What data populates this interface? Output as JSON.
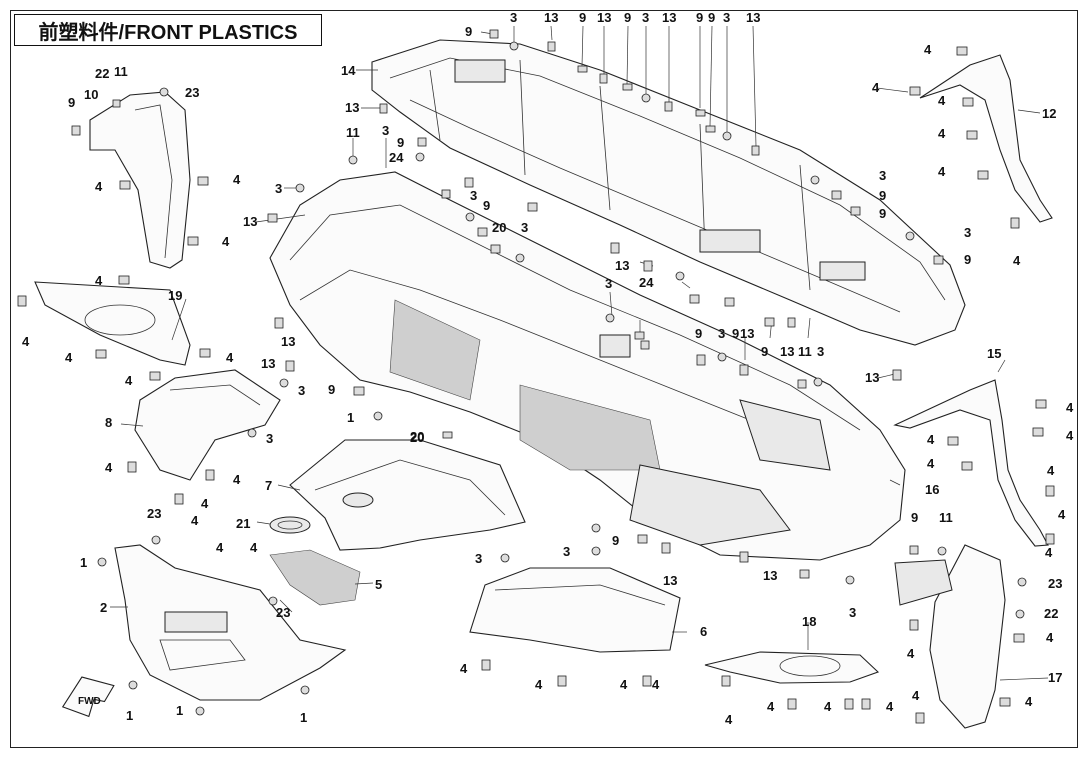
{
  "title": "前塑料件/FRONT PLASTICS",
  "fwd_label": "FWD",
  "callouts": [
    {
      "id": "c1",
      "text": "9"
    },
    {
      "id": "c2",
      "text": "3"
    },
    {
      "id": "c3",
      "text": "13"
    },
    {
      "id": "c4",
      "text": "9"
    },
    {
      "id": "c5",
      "text": "13"
    },
    {
      "id": "c6",
      "text": "9"
    },
    {
      "id": "c7",
      "text": "3"
    },
    {
      "id": "c8",
      "text": "13"
    },
    {
      "id": "c9",
      "text": "9"
    },
    {
      "id": "c10",
      "text": "9"
    },
    {
      "id": "c11",
      "text": "3"
    },
    {
      "id": "c12",
      "text": "13"
    },
    {
      "id": "c13",
      "text": "14"
    },
    {
      "id": "c14",
      "text": "13"
    },
    {
      "id": "c15",
      "text": "11"
    },
    {
      "id": "c16",
      "text": "3"
    },
    {
      "id": "c17",
      "text": "9"
    },
    {
      "id": "c18",
      "text": "24"
    },
    {
      "id": "c19",
      "text": "22"
    },
    {
      "id": "c20",
      "text": "11"
    },
    {
      "id": "c21",
      "text": "23"
    },
    {
      "id": "c22",
      "text": "9"
    },
    {
      "id": "c23",
      "text": "10"
    },
    {
      "id": "c24",
      "text": "4"
    },
    {
      "id": "c25",
      "text": "4"
    },
    {
      "id": "c26",
      "text": "4"
    },
    {
      "id": "c27",
      "text": "4"
    },
    {
      "id": "c28",
      "text": "3"
    },
    {
      "id": "c29",
      "text": "13"
    },
    {
      "id": "c30",
      "text": "3"
    },
    {
      "id": "c31",
      "text": "9"
    },
    {
      "id": "c32",
      "text": "20"
    },
    {
      "id": "c33",
      "text": "3"
    },
    {
      "id": "c34",
      "text": "19"
    },
    {
      "id": "c35",
      "text": "4"
    },
    {
      "id": "c36",
      "text": "4"
    },
    {
      "id": "c37",
      "text": "4"
    },
    {
      "id": "c38",
      "text": "4"
    },
    {
      "id": "c39",
      "text": "13"
    },
    {
      "id": "c40",
      "text": "13"
    },
    {
      "id": "c41",
      "text": "3"
    },
    {
      "id": "c42",
      "text": "9"
    },
    {
      "id": "c43",
      "text": "1"
    },
    {
      "id": "c44",
      "text": "20"
    },
    {
      "id": "c45",
      "text": "8"
    },
    {
      "id": "c46",
      "text": "3"
    },
    {
      "id": "c47",
      "text": "4"
    },
    {
      "id": "c48",
      "text": "4"
    },
    {
      "id": "c49",
      "text": "4"
    },
    {
      "id": "c50",
      "text": "7"
    },
    {
      "id": "c51",
      "text": "21"
    },
    {
      "id": "c52",
      "text": "23"
    },
    {
      "id": "c53",
      "text": "4"
    },
    {
      "id": "c54",
      "text": "4"
    },
    {
      "id": "c55",
      "text": "4"
    },
    {
      "id": "c56",
      "text": "1"
    },
    {
      "id": "c57",
      "text": "5"
    },
    {
      "id": "c58",
      "text": "2"
    },
    {
      "id": "c59",
      "text": "23"
    },
    {
      "id": "c60",
      "text": "1"
    },
    {
      "id": "c61",
      "text": "1"
    },
    {
      "id": "c62",
      "text": "1"
    },
    {
      "id": "c63",
      "text": "3"
    },
    {
      "id": "c64",
      "text": "3"
    },
    {
      "id": "c65",
      "text": "9"
    },
    {
      "id": "c66",
      "text": "13"
    },
    {
      "id": "c67",
      "text": "6"
    },
    {
      "id": "c68",
      "text": "4"
    },
    {
      "id": "c69",
      "text": "4"
    },
    {
      "id": "c70",
      "text": "4"
    },
    {
      "id": "c71",
      "text": "20"
    },
    {
      "id": "c72",
      "text": "3"
    },
    {
      "id": "c73",
      "text": "13"
    },
    {
      "id": "c74",
      "text": "24"
    },
    {
      "id": "c75",
      "text": "9"
    },
    {
      "id": "c76",
      "text": "3"
    },
    {
      "id": "c77",
      "text": "9"
    },
    {
      "id": "c78",
      "text": "13"
    },
    {
      "id": "c79",
      "text": "9"
    },
    {
      "id": "c80",
      "text": "13"
    },
    {
      "id": "c81",
      "text": "11"
    },
    {
      "id": "c82",
      "text": "3"
    },
    {
      "id": "c83",
      "text": "13"
    },
    {
      "id": "c84",
      "text": "13"
    },
    {
      "id": "c85",
      "text": "3"
    },
    {
      "id": "c86",
      "text": "16"
    },
    {
      "id": "c87",
      "text": "3"
    },
    {
      "id": "c88",
      "text": "9"
    },
    {
      "id": "c89",
      "text": "9"
    },
    {
      "id": "c90",
      "text": "3"
    },
    {
      "id": "c91",
      "text": "9"
    },
    {
      "id": "c92",
      "text": "4"
    },
    {
      "id": "c93",
      "text": "4"
    },
    {
      "id": "c94",
      "text": "4"
    },
    {
      "id": "c95",
      "text": "4"
    },
    {
      "id": "c96",
      "text": "12"
    },
    {
      "id": "c97",
      "text": "4"
    },
    {
      "id": "c98",
      "text": "4"
    },
    {
      "id": "c99",
      "text": "15"
    },
    {
      "id": "c100",
      "text": "4"
    },
    {
      "id": "c101",
      "text": "4"
    },
    {
      "id": "c102",
      "text": "4"
    },
    {
      "id": "c103",
      "text": "4"
    },
    {
      "id": "c104",
      "text": "4"
    },
    {
      "id": "c105",
      "text": "4"
    },
    {
      "id": "c106",
      "text": "4"
    },
    {
      "id": "c107",
      "text": "9"
    },
    {
      "id": "c108",
      "text": "11"
    },
    {
      "id": "c109",
      "text": "23"
    },
    {
      "id": "c110",
      "text": "22"
    },
    {
      "id": "c111",
      "text": "4"
    },
    {
      "id": "c112",
      "text": "4"
    },
    {
      "id": "c113",
      "text": "17"
    },
    {
      "id": "c114",
      "text": "4"
    },
    {
      "id": "c115",
      "text": "4"
    },
    {
      "id": "c116",
      "text": "18"
    },
    {
      "id": "c117",
      "text": "4"
    },
    {
      "id": "c118",
      "text": "4"
    },
    {
      "id": "c119",
      "text": "4"
    },
    {
      "id": "c120",
      "text": "4"
    },
    {
      "id": "c121",
      "text": "4"
    }
  ]
}
